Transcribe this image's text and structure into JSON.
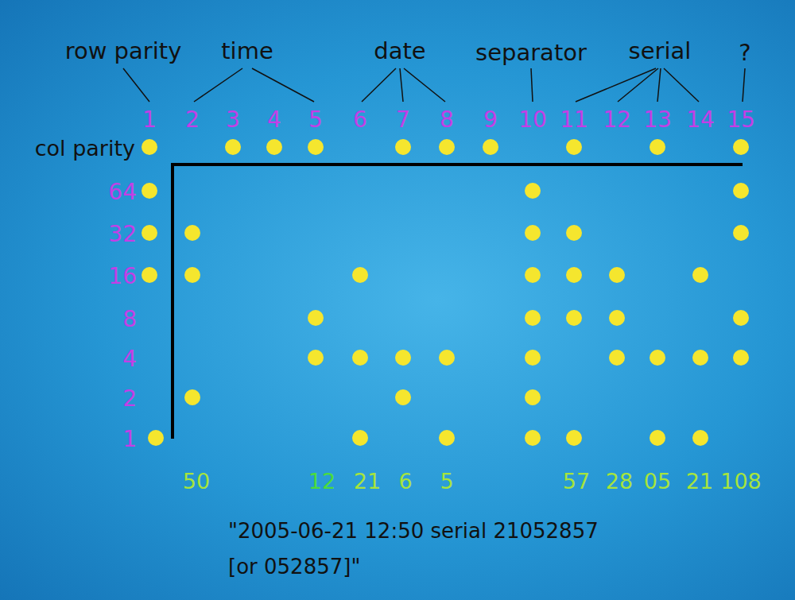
{
  "diagram": {
    "labels": [
      "row parity",
      "time",
      "date",
      "separator",
      "serial",
      "?",
      "1",
      "2",
      "3",
      "4",
      "5",
      "6",
      "7",
      "8",
      "9",
      "10",
      "11",
      "12",
      "13",
      "14",
      "15",
      "col parity",
      "64",
      "32",
      "16",
      "8",
      "4",
      "2",
      "1",
      "50",
      "12",
      "21",
      "6",
      "5",
      "57",
      "28",
      "05",
      "21",
      "108",
      "\"2005-06-21 12:50 serial 21052857",
      "[or 052857]\""
    ]
  }
}
